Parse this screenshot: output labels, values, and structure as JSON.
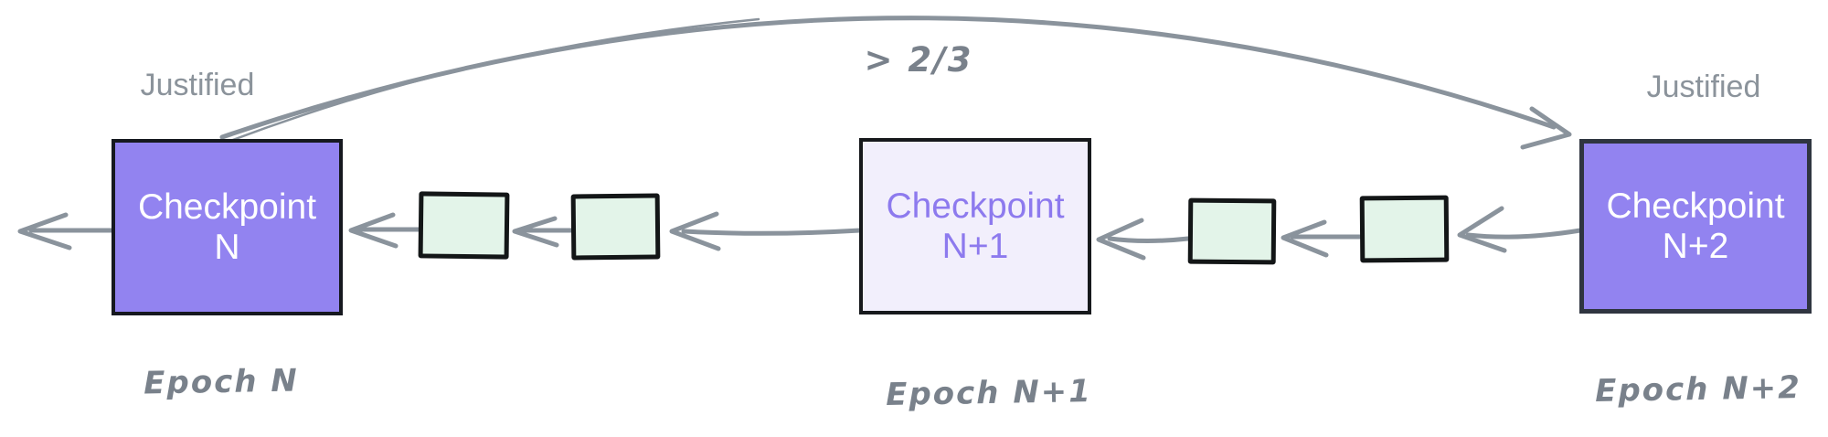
{
  "diagram": {
    "type": "casper-ffg-finality-diagram",
    "supermajority_link_label": "> 2/3",
    "checkpoints": [
      {
        "name_line1": "Checkpoint",
        "name_line2": "N",
        "status": "Justified",
        "epoch_label": "Epoch N",
        "state": "justified"
      },
      {
        "name_line1": "Checkpoint",
        "name_line2": "N+1",
        "status": "",
        "epoch_label": "Epoch N+1",
        "state": "pending"
      },
      {
        "name_line1": "Checkpoint",
        "name_line2": "N+2",
        "status": "Justified",
        "epoch_label": "Epoch N+2",
        "state": "justified"
      }
    ]
  },
  "colors": {
    "canvas_bg": "#ffffff",
    "justified_fill": "#9283f0",
    "justified_border": "#16191f",
    "justified2_border": "#2f3540",
    "pending_fill": "#f2effc",
    "pending_border": "#17191c",
    "checkpoint_text_on_purple": "#ffffff",
    "checkpoint_text_purple": "#8d7aee",
    "block_fill": "#e3f4e9",
    "block_border": "#131617",
    "arrow_color": "#8a939c",
    "status_label_color": "#8b939b",
    "annotation_color": "#79818b"
  }
}
